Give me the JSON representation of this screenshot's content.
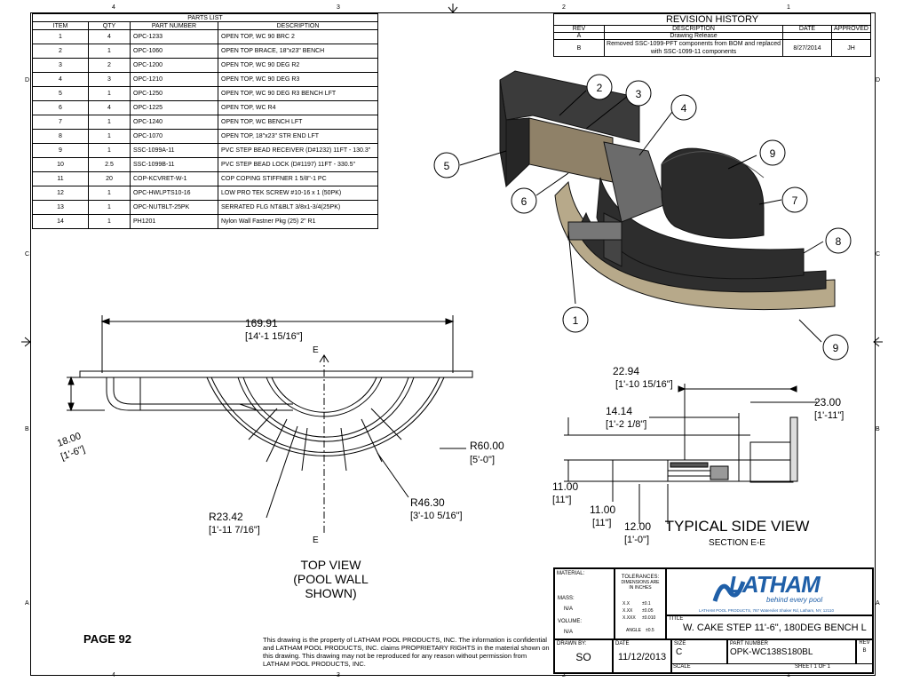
{
  "zones": {
    "top": [
      "4",
      "3",
      "2",
      "1"
    ],
    "side": [
      "D",
      "C",
      "B",
      "A"
    ]
  },
  "parts_list": {
    "title": "PARTS LIST",
    "headers": [
      "ITEM",
      "QTY",
      "PART NUMBER",
      "DESCRIPTION"
    ],
    "rows": [
      [
        "1",
        "4",
        "OPC-1233",
        "OPEN TOP, WC 90 BRC 2"
      ],
      [
        "2",
        "1",
        "OPC-1060",
        "OPEN TOP BRACE, 18\"x23\" BENCH"
      ],
      [
        "3",
        "2",
        "OPC-1200",
        "OPEN TOP, WC 90 DEG R2"
      ],
      [
        "4",
        "3",
        "OPC-1210",
        "OPEN TOP, WC 90 DEG R3"
      ],
      [
        "5",
        "1",
        "OPC-1250",
        "OPEN TOP, WC 90 DEG R3 BENCH LFT"
      ],
      [
        "6",
        "4",
        "OPC-1225",
        "OPEN TOP, WC R4"
      ],
      [
        "7",
        "1",
        "OPC-1240",
        "OPEN TOP, WC BENCH LFT"
      ],
      [
        "8",
        "1",
        "OPC-1070",
        "OPEN TOP, 18\"x23\" STR END LFT"
      ],
      [
        "9",
        "1",
        "SSC-1099A-11",
        "PVC STEP BEAD RECEIVER (D#1232) 11FT - 130.3\""
      ],
      [
        "10",
        "2.5",
        "SSC-1099B-11",
        "PVC STEP BEAD LOCK (D#1197) 11FT - 330.5\""
      ],
      [
        "11",
        "20",
        "COP-KCVRET-W-1",
        "COP COPING STIFFNER 1 5/8\"-1 PC"
      ],
      [
        "12",
        "1",
        "OPC-HWLPTS10-16",
        "LOW PRO TEK SCREW #10-16 x 1 (50PK)"
      ],
      [
        "13",
        "1",
        "OPC-NUTBLT-25PK",
        "SERRATED FLG NT&BLT 3/8x1-3/4(25PK)"
      ],
      [
        "14",
        "1",
        "PH1201",
        "Nylon Wall Fastner Pkg (25) 2\" R1"
      ]
    ]
  },
  "revision_history": {
    "title": "REVISION HISTORY",
    "headers": [
      "REV",
      "DESCRIPTION",
      "DATE",
      "APPROVED"
    ],
    "rows": [
      [
        "A",
        "Drawing Release",
        "",
        ""
      ],
      [
        "B",
        "Removed SSC-1099-PFT components from BOM and replaced with SSC-1099-11 components",
        "8/27/2014",
        "JH"
      ]
    ]
  },
  "callouts": [
    "1",
    "2",
    "3",
    "4",
    "5",
    "6",
    "7",
    "8",
    "9",
    "9"
  ],
  "top_view": {
    "dim_width": "169.91",
    "dim_width_ft": "[14'-1",
    "dim_width_frac": "15/16\"]",
    "dim_depth": "18.00",
    "dim_depth_ft": "[1'-6\"]",
    "r60": "R60.00",
    "r60_ft": "[5'-0\"]",
    "r46": "R46.30",
    "r46_ft": "[3'-10",
    "r46_frac": "5/16\"]",
    "r23": "R23.42",
    "r23_ft": "[1'-11",
    "r23_frac": "7/16\"]",
    "section_mark": "E",
    "label": "TOP VIEW",
    "sublabel": "(POOL WALL SHOWN)"
  },
  "side_view": {
    "d1": "22.94",
    "d1_ft": "[1'-10",
    "d1_frac": "15/16\"]",
    "d2": "14.14",
    "d2_ft": "[1'-2",
    "d2_frac": "1/8\"]",
    "d3": "23.00",
    "d3_ft": "[1'-11\"]",
    "d4": "11.00",
    "d4_ft": "[11\"]",
    "d5": "11.00",
    "d5_ft": "[11\"]",
    "d6": "12.00",
    "d6_ft": "[1'-0\"]",
    "label": "TYPICAL SIDE VIEW",
    "sublabel": "SECTION E-E"
  },
  "page_label": "PAGE 92",
  "notice": "This drawing is the property of LATHAM POOL PRODUCTS, INC. The information is confidential and LATHAM POOL PRODUCTS, INC. claims PROPRIETARY RIGHTS in the material shown on this drawing. This drawing may not be reproduced for any reason without permission from LATHAM POOL PRODUCTS, INC.",
  "title_block": {
    "material_label": "MATERIAL:",
    "mass_label": "MASS:",
    "mass": "N/A",
    "volume_label": "VOLUME:",
    "volume": "N/A",
    "tol_title": "TOLERANCES:",
    "tol_sub": "DIMENSIONS ARE IN INCHES",
    "tol_x": "X.X",
    "tol_x_v": "±0.1",
    "tol_xx": "X.XX",
    "tol_xx_v": "±0.05",
    "tol_xxx": "X.XXX",
    "tol_xxx_v": "±0.010",
    "tol_angle": "ANGLE",
    "tol_angle_v": "±0.5",
    "logo": "LATHAM",
    "tagline": "behind every pool",
    "address": "LATHAM POOL PRODUCTS, 787 Watervliet Shaker Rd, Latham, NY, 12110",
    "title_label": "TITLE",
    "title": "W. CAKE STEP 11'-6\", 180DEG BENCH L",
    "drawn_by_label": "DRAWN BY:",
    "drawn_by": "SO",
    "date_label": "DATE",
    "date": "11/12/2013",
    "size_label": "SIZE",
    "size": "C",
    "part_label": "PART NUMBER",
    "part": "OPK-WC138S180BL",
    "rev_label": "REV",
    "rev": "B",
    "scale_label": "SCALE",
    "sheet": "SHEET 1  OF 1"
  },
  "colors": {
    "accent_blue": "#1f5fa8",
    "panel_dark": "#2a2a2a",
    "panel_tan": "#b7a98a"
  }
}
